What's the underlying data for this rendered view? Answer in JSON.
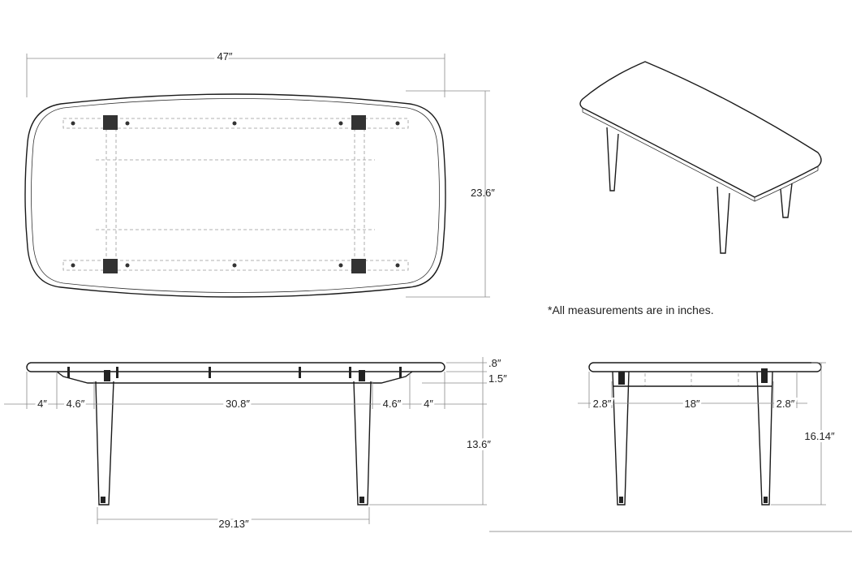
{
  "top_view": {
    "width_label": "47″",
    "depth_label": "23.6″"
  },
  "note": "*All measurements are in inches.",
  "side_view": {
    "top_thickness_label": ".8″",
    "apron_label": "1.5″",
    "left_overhang_label": "4″",
    "left_offset_label": "4.6″",
    "center_span_label": "30.8″",
    "right_offset_label": "4.6″",
    "right_overhang_label": "4″",
    "leg_height_label": "13.6″",
    "leg_spacing_label": "29.13″"
  },
  "end_view": {
    "left_overhang_label": "2.8″",
    "span_label": "18″",
    "right_overhang_label": "2.8″",
    "height_label": "16.14″"
  }
}
